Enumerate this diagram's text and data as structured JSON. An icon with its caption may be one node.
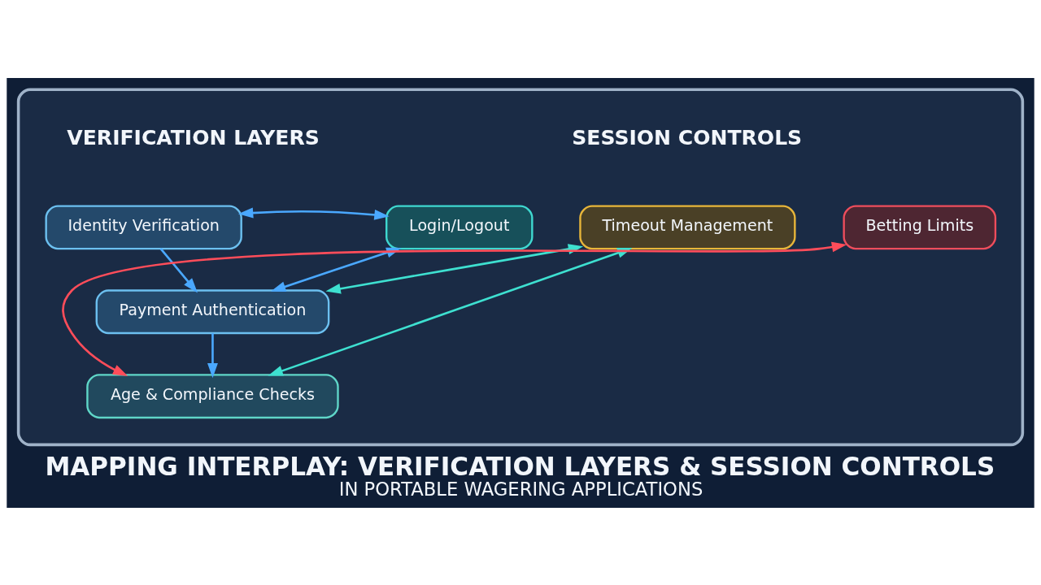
{
  "diagram": {
    "title": "MAPPING INTERPLAY: VERIFICATION LAYERS & SESSION CONTROLS",
    "caption": "IN PORTABLE WAGERING APPLICATIONS",
    "nodes": [
      {
        "text": [],
        "shape": "box"
      },
      {
        "text": [
          "Identity Verification"
        ],
        "in": 0
      },
      {
        "text": [
          "Payment Authentication"
        ],
        "in": 0
      },
      {
        "text": [
          "Age & Compliance Checks"
        ],
        "in": 0
      },
      {
        "text": [
          "Login/Logout"
        ],
        "in": 0
      },
      {
        "text": [
          "Timeout Management"
        ],
        "in": 0
      },
      {
        "text": [
          "Betting Limits"
        ],
        "in": 0
      }
    ],
    "edges": [
      {
        "from": 1,
        "to": 2,
        "arrow": "to"
      },
      {
        "from": 2,
        "to": 3,
        "arrow": "to"
      },
      {
        "from": 1,
        "to": 4,
        "arrow": "both"
      },
      {
        "from": 2,
        "to": 4,
        "arrow": "both"
      },
      {
        "from": 2,
        "to": 5,
        "arrow": "both",
        "color": "#3ee0d0"
      },
      {
        "from": 3,
        "to": 5,
        "arrow": "both",
        "color": "#3ee0d0"
      },
      {
        "from": 3,
        "to": 6,
        "arrow": "both",
        "color": "#ff4d5a"
      }
    ],
    "labels": [
      "VERIFICATION LAYERS",
      "SESSION CONTROLS"
    ]
  }
}
